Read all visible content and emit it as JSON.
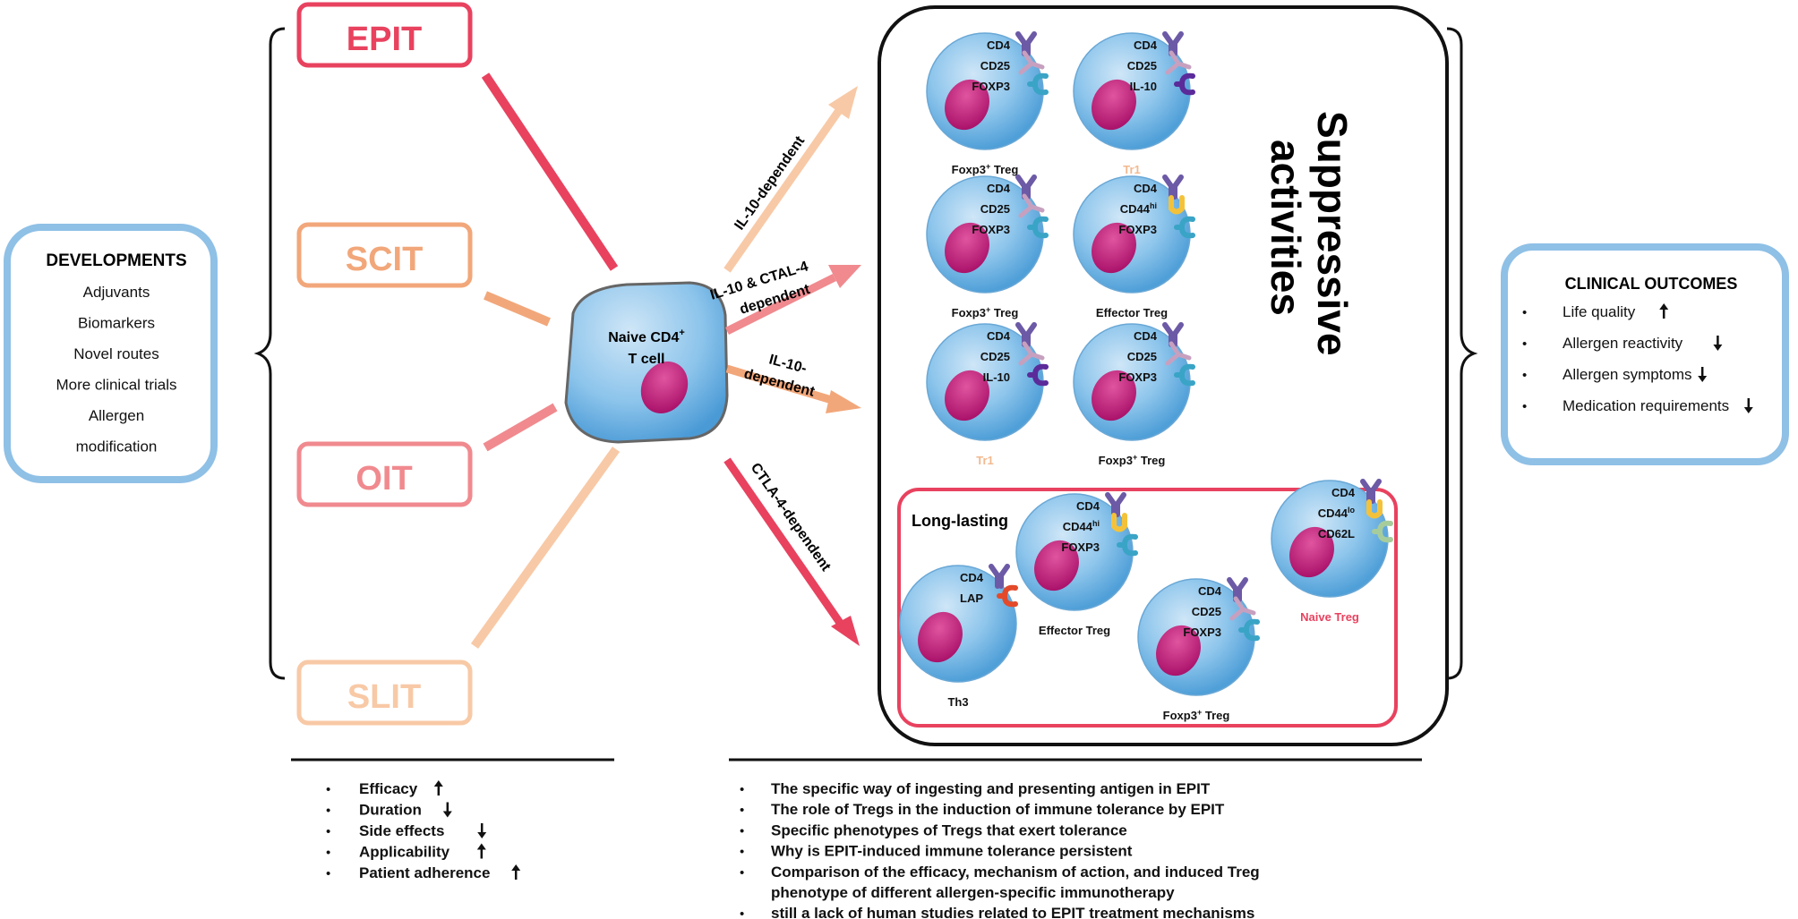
{
  "developments": {
    "title": "DEVELOPMENTS",
    "items": [
      "Adjuvants",
      "Biomarkers",
      "Novel routes",
      "More clinical trials",
      "Allergen",
      "modification"
    ]
  },
  "routes": [
    {
      "label": "EPIT",
      "color": "#e8425f"
    },
    {
      "label": "SCIT",
      "color": "#f2a77a"
    },
    {
      "label": "OIT",
      "color": "#f08a8f"
    },
    {
      "label": "SLIT",
      "color": "#f8c9a6"
    }
  ],
  "naive_cell": {
    "line1": "Naive CD4",
    "sup": "+",
    "line2": "T cell"
  },
  "arrows": [
    {
      "lines": [
        "IL-10-dependent"
      ],
      "color": "#f8c9a6"
    },
    {
      "lines": [
        "IL-10 & CTAL-4",
        "dependent"
      ],
      "color": "#f08a8f"
    },
    {
      "lines": [
        "IL-10-",
        "dependent"
      ],
      "color": "#f2a77a"
    },
    {
      "lines": [
        "CTLA-4-dependent"
      ],
      "color": "#e8425f"
    }
  ],
  "suppressive_title": [
    "Suppressive",
    "activities"
  ],
  "long_lasting_title": "Long-lasting",
  "cells": [
    {
      "name": "Foxp3",
      "name_sup": "+",
      "name_suffix": " Treg",
      "name_color": "#111111",
      "markers": [
        "CD4",
        "CD25",
        "FOXP3"
      ]
    },
    {
      "name": "Tr1",
      "name_sup": "",
      "name_suffix": "",
      "name_color": "#f2b98f",
      "markers": [
        "CD4",
        "CD25",
        "IL-10"
      ]
    },
    {
      "name": "Foxp3",
      "name_sup": "+",
      "name_suffix": " Treg",
      "name_color": "#111111",
      "markers": [
        "CD4",
        "CD25",
        "FOXP3"
      ]
    },
    {
      "name": "Effector Treg",
      "name_sup": "",
      "name_suffix": "",
      "name_color": "#111111",
      "markers": [
        "CD4",
        "CD44hi",
        "FOXP3"
      ]
    },
    {
      "name": "Tr1",
      "name_sup": "",
      "name_suffix": "",
      "name_color": "#f2b98f",
      "markers": [
        "CD4",
        "CD25",
        "IL-10"
      ]
    },
    {
      "name": "Foxp3",
      "name_sup": "+",
      "name_suffix": " Treg",
      "name_color": "#111111",
      "markers": [
        "CD4",
        "CD25",
        "FOXP3"
      ]
    },
    {
      "name": "Th3",
      "name_sup": "",
      "name_suffix": "",
      "name_color": "#111111",
      "markers": [
        "CD4",
        "LAP"
      ]
    },
    {
      "name": "Effector Treg",
      "name_sup": "",
      "name_suffix": "",
      "name_color": "#111111",
      "markers": [
        "CD4",
        "CD44hi",
        "FOXP3"
      ]
    },
    {
      "name": "Foxp3",
      "name_sup": "+",
      "name_suffix": " Treg",
      "name_color": "#111111",
      "markers": [
        "CD4",
        "CD25",
        "FOXP3"
      ]
    },
    {
      "name": "Naive Treg",
      "name_sup": "",
      "name_suffix": "",
      "name_color": "#e8425f",
      "markers": [
        "CD4",
        "CD44lo",
        "CD62L"
      ]
    }
  ],
  "clinical_outcomes": {
    "title": "CLINICAL OUTCOMES",
    "items": [
      {
        "text": "Life quality",
        "trend": "up"
      },
      {
        "text": "Allergen reactivity",
        "trend": "down"
      },
      {
        "text": "Allergen symptoms",
        "trend": "down"
      },
      {
        "text": "Medication requirements",
        "trend": "down"
      }
    ]
  },
  "bottom_left": [
    {
      "text": "Efficacy",
      "trend": "up"
    },
    {
      "text": "Duration",
      "trend": "down"
    },
    {
      "text": "Side effects",
      "trend": "down"
    },
    {
      "text": "Applicability",
      "trend": "up"
    },
    {
      "text": "Patient adherence",
      "trend": "up"
    }
  ],
  "bottom_right": [
    "The specific way of ingesting and presenting antigen in EPIT",
    "The role of Tregs in the induction of immune tolerance by EPIT",
    "Specific phenotypes of Tregs that exert tolerance",
    "Why is EPIT-induced immune tolerance persistent",
    "Comparison of the efficacy, mechanism of action, and induced Treg",
    "phenotype of different allergen-specific immunotherapy",
    "still a lack of human studies related to EPIT treatment mechanisms"
  ],
  "colors": {
    "blue_frame": "#8fc0e6",
    "cell_fill": "#7fbce6",
    "nucleus": "#c0157a",
    "long_lasting_border": "#e8425f"
  }
}
